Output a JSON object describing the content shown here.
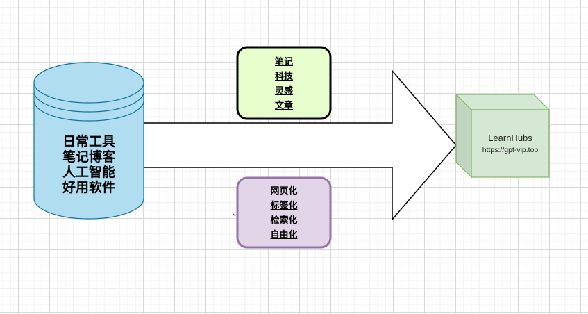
{
  "diagram": {
    "database": {
      "lines": [
        "日常工具",
        "笔记博客",
        "人工智能",
        "好用软件"
      ],
      "fill": "#b1ddf0",
      "stroke": "#10739e"
    },
    "arrow": {
      "fill": "#ffffff",
      "stroke": "#000000"
    },
    "top_note": {
      "lines": [
        "笔记",
        "科技",
        "灵感",
        "文章"
      ],
      "fill": "#e6ffcc",
      "stroke": "#000000"
    },
    "bottom_note": {
      "lines": [
        "网页化",
        "标签化",
        "检索化",
        "自由化"
      ],
      "fill": "#e1d5e7",
      "stroke": "#9673a6"
    },
    "target_cube": {
      "title": "LearnHubs",
      "url": "https://gpt-vip.top",
      "fill": "#d5e8d4",
      "stroke": "#82b366"
    }
  }
}
